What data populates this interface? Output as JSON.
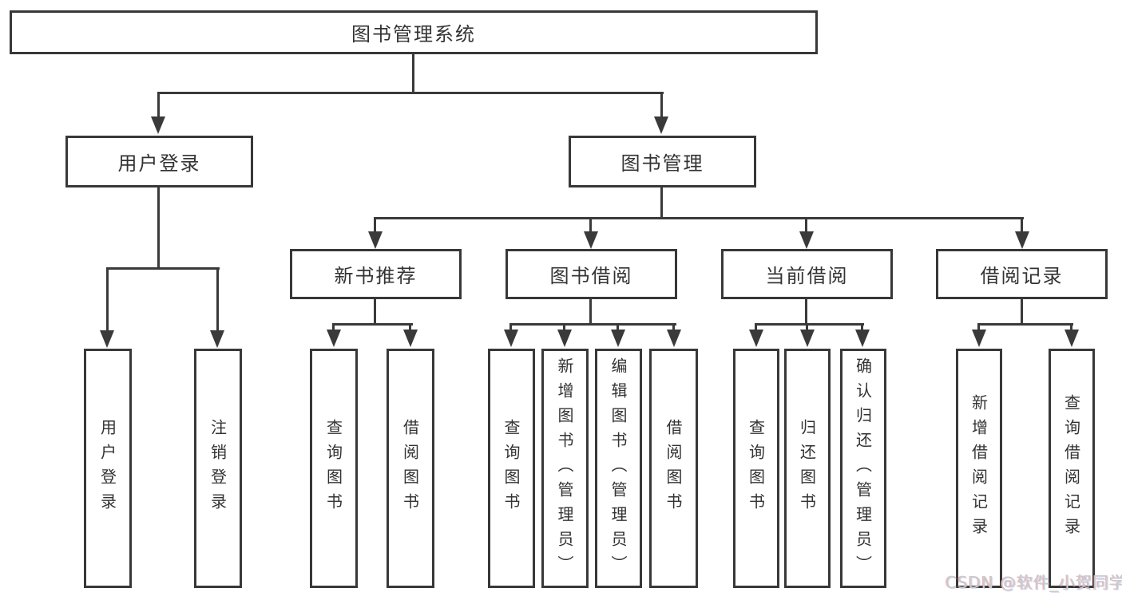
{
  "nodes": {
    "system": {
      "label": "图书管理系统"
    },
    "user_login": {
      "label": "用户登录"
    },
    "book_mgmt": {
      "label": "图书管理"
    },
    "new_book_rec": {
      "label": "新书推荐"
    },
    "book_borrow": {
      "label": "图书借阅"
    },
    "current_borrow": {
      "label": "当前借阅"
    },
    "borrow_record": {
      "label": "借阅记录"
    },
    "login": {
      "label": "用户登录"
    },
    "logout": {
      "label": "注销登录"
    },
    "nbr_query_book": {
      "label": "查询图书"
    },
    "nbr_borrow_book": {
      "label": "借阅图书"
    },
    "bb_query_book": {
      "label": "查询图书"
    },
    "bb_add_book": {
      "label": "新增图书（管理员）"
    },
    "bb_edit_book": {
      "label": "编辑图书（管理员）"
    },
    "bb_borrow_book": {
      "label": "借阅图书"
    },
    "cb_query_book": {
      "label": "查询图书"
    },
    "cb_return_book": {
      "label": "归还图书"
    },
    "cb_confirm_return": {
      "label": "确认归还（管理员）"
    },
    "br_add_record": {
      "label": "新增借阅记录"
    },
    "br_query_record": {
      "label": "查询借阅记录"
    }
  },
  "hierarchy": {
    "图书管理系统": {
      "用户登录": [
        "用户登录",
        "注销登录"
      ],
      "图书管理": {
        "新书推荐": [
          "查询图书",
          "借阅图书"
        ],
        "图书借阅": [
          "查询图书",
          "新增图书（管理员）",
          "编辑图书（管理员）",
          "借阅图书"
        ],
        "当前借阅": [
          "查询图书",
          "归还图书",
          "确认归还（管理员）"
        ],
        "借阅记录": [
          "新增借阅记录",
          "查询借阅记录"
        ]
      }
    }
  },
  "watermark": "CSDN @软件_小贺同学",
  "colors": {
    "line": "#3a3a3a",
    "border": "#383838",
    "text": "#333333",
    "background": "#ffffff",
    "watermark": "#cbcbcb"
  }
}
